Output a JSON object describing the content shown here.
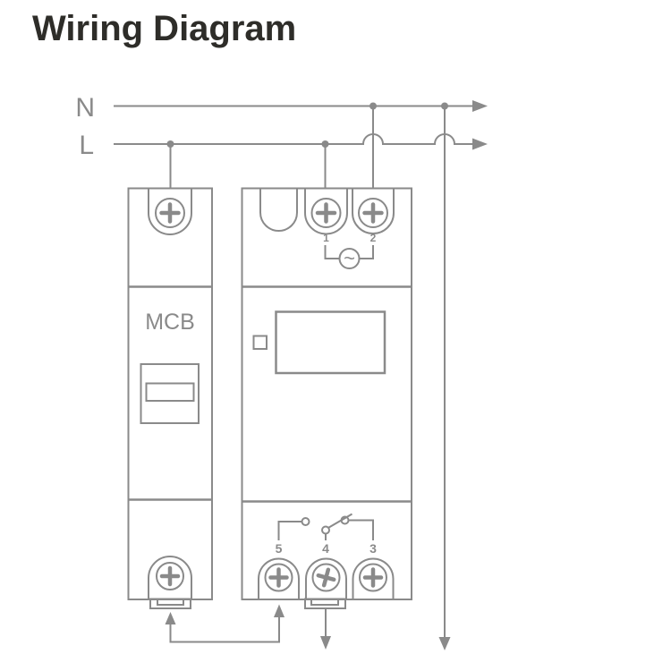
{
  "title": "Wiring Diagram",
  "power": {
    "neutral_label": "N",
    "line_label": "L"
  },
  "mcb": {
    "label": "MCB"
  },
  "timer": {
    "input_terminals": {
      "t1": "1",
      "t2": "2"
    },
    "output_terminals": {
      "t5": "5",
      "t4": "4",
      "t3": "3"
    }
  },
  "icons": {
    "ac_source": "~"
  },
  "colors": {
    "diagram": "#8a8a8a",
    "title_text": "#2e2d29",
    "background": "#ffffff"
  }
}
